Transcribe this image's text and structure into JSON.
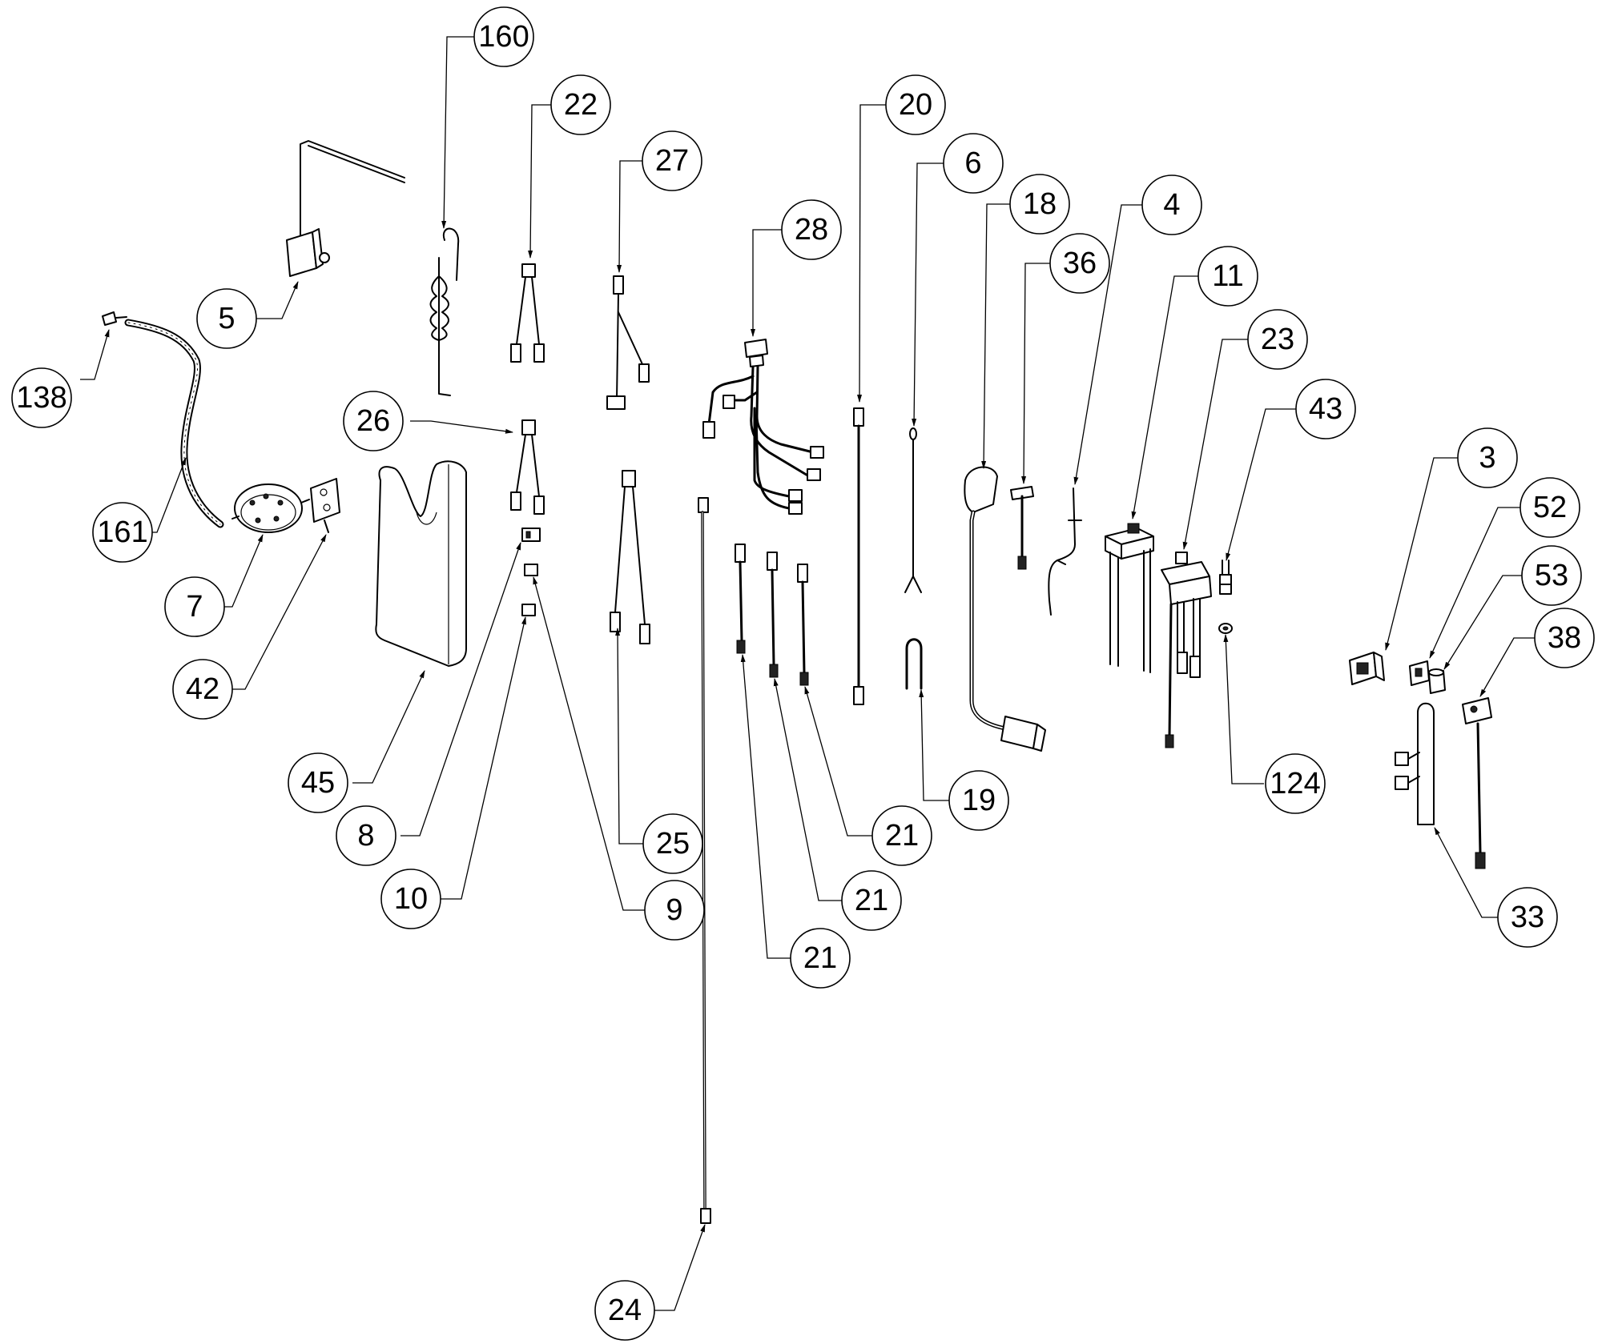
{
  "callouts": [
    {
      "id": "c160",
      "label": "160"
    },
    {
      "id": "c22",
      "label": "22"
    },
    {
      "id": "c27",
      "label": "27"
    },
    {
      "id": "c28",
      "label": "28"
    },
    {
      "id": "c20",
      "label": "20"
    },
    {
      "id": "c6",
      "label": "6"
    },
    {
      "id": "c18",
      "label": "18"
    },
    {
      "id": "c36",
      "label": "36"
    },
    {
      "id": "c4",
      "label": "4"
    },
    {
      "id": "c11",
      "label": "11"
    },
    {
      "id": "c23",
      "label": "23"
    },
    {
      "id": "c43",
      "label": "43"
    },
    {
      "id": "c3",
      "label": "3"
    },
    {
      "id": "c52",
      "label": "52"
    },
    {
      "id": "c53",
      "label": "53"
    },
    {
      "id": "c38",
      "label": "38"
    },
    {
      "id": "c5",
      "label": "5"
    },
    {
      "id": "c138",
      "label": "138"
    },
    {
      "id": "c26",
      "label": "26"
    },
    {
      "id": "c161",
      "label": "161"
    },
    {
      "id": "c7",
      "label": "7"
    },
    {
      "id": "c42",
      "label": "42"
    },
    {
      "id": "c45",
      "label": "45"
    },
    {
      "id": "c8",
      "label": "8"
    },
    {
      "id": "c10",
      "label": "10"
    },
    {
      "id": "c25",
      "label": "25"
    },
    {
      "id": "c9",
      "label": "9"
    },
    {
      "id": "c21a",
      "label": "21"
    },
    {
      "id": "c21b",
      "label": "21"
    },
    {
      "id": "c21c",
      "label": "21"
    },
    {
      "id": "c19",
      "label": "19"
    },
    {
      "id": "c124",
      "label": "124"
    },
    {
      "id": "c33",
      "label": "33"
    },
    {
      "id": "c24",
      "label": "24"
    }
  ]
}
